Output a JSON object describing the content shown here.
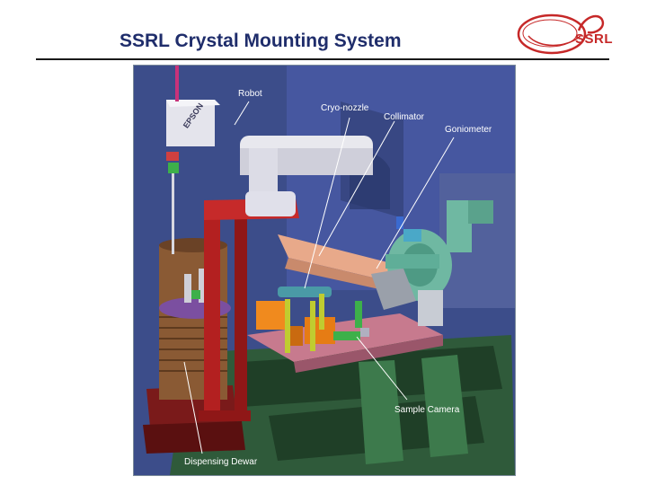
{
  "header": {
    "title": "SSRL Crystal Mounting System",
    "logo_text": "SSRL"
  },
  "figure": {
    "robot_brand": "EPSON",
    "labels": {
      "robot": "Robot",
      "cryo_nozzle": "Cryo-nozzle",
      "collimator": "Collimator",
      "goniometer": "Goniometer",
      "sample_camera": "Sample Camera",
      "dispensing_dewar": "Dispensing Dewar"
    }
  },
  "colors": {
    "title": "#1f2d6b",
    "logo": "#c62828",
    "background_scene": "#3c4d8a",
    "frame": "#b32020",
    "robot": "#e8e8ee",
    "dewar": "#8a5a34",
    "goniometer": "#6fb8a2",
    "table_top": "#c77a8e"
  }
}
